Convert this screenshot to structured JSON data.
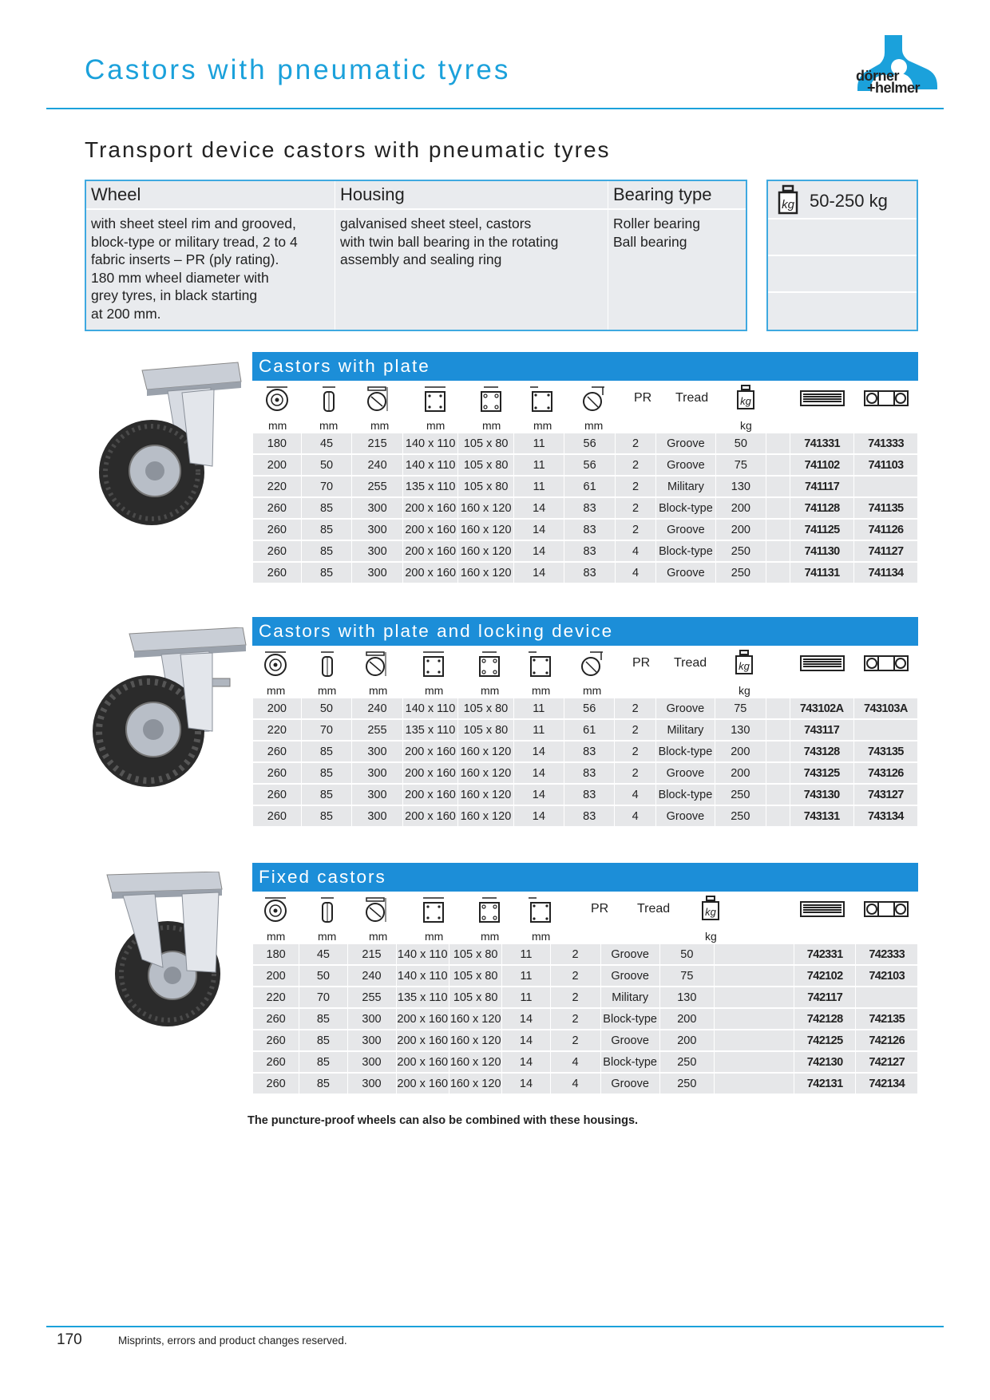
{
  "header": {
    "title": "Castors with pneumatic tyres",
    "logo_line1": "dörner",
    "logo_line2": "+helmer"
  },
  "subtitle": "Transport device castors with pneumatic tyres",
  "spec": {
    "wheel_head": "Wheel",
    "wheel_text": [
      "with sheet steel rim and grooved,",
      "block-type or military tread, 2 to 4",
      "fabric inserts – PR (ply rating).",
      "180 mm wheel diameter with",
      "grey tyres, in black starting",
      "at 200 mm."
    ],
    "housing_head": "Housing",
    "housing_text": [
      "galvanised sheet steel, castors",
      "with twin ball bearing in the rotating",
      "assembly and sealing ring"
    ],
    "bearing_head": "Bearing type",
    "bearing_text": [
      "Roller bearing",
      "Ball bearing"
    ]
  },
  "weight": {
    "label": "50-250 kg",
    "icon": "kg-weight-icon"
  },
  "column_labels": {
    "pr": "PR",
    "tread": "Tread",
    "mm": "mm",
    "kg": "kg"
  },
  "sections": [
    {
      "title": "Castors with plate",
      "rows": [
        [
          "180",
          "45",
          "215",
          "140 x 110",
          "105 x 80",
          "11",
          "56",
          "2",
          "Groove",
          "50",
          "",
          "741331",
          "741333"
        ],
        [
          "200",
          "50",
          "240",
          "140 x 110",
          "105 x 80",
          "11",
          "56",
          "2",
          "Groove",
          "75",
          "",
          "741102",
          "741103"
        ],
        [
          "220",
          "70",
          "255",
          "135 x 110",
          "105 x 80",
          "11",
          "61",
          "2",
          "Military",
          "130",
          "",
          "741117",
          ""
        ],
        [
          "260",
          "85",
          "300",
          "200 x 160",
          "160 x 120",
          "14",
          "83",
          "2",
          "Block-type",
          "200",
          "",
          "741128",
          "741135"
        ],
        [
          "260",
          "85",
          "300",
          "200 x 160",
          "160 x 120",
          "14",
          "83",
          "2",
          "Groove",
          "200",
          "",
          "741125",
          "741126"
        ],
        [
          "260",
          "85",
          "300",
          "200 x 160",
          "160 x 120",
          "14",
          "83",
          "4",
          "Block-type",
          "250",
          "",
          "741130",
          "741127"
        ],
        [
          "260",
          "85",
          "300",
          "200 x 160",
          "160 x 120",
          "14",
          "83",
          "4",
          "Groove",
          "250",
          "",
          "741131",
          "741134"
        ]
      ]
    },
    {
      "title": "Castors with plate and locking device",
      "rows": [
        [
          "200",
          "50",
          "240",
          "140 x 110",
          "105 x 80",
          "11",
          "56",
          "2",
          "Groove",
          "75",
          "",
          "743102A",
          "743103A"
        ],
        [
          "220",
          "70",
          "255",
          "135 x 110",
          "105 x 80",
          "11",
          "61",
          "2",
          "Military",
          "130",
          "",
          "743117",
          ""
        ],
        [
          "260",
          "85",
          "300",
          "200 x 160",
          "160 x 120",
          "14",
          "83",
          "2",
          "Block-type",
          "200",
          "",
          "743128",
          "743135"
        ],
        [
          "260",
          "85",
          "300",
          "200 x 160",
          "160 x 120",
          "14",
          "83",
          "2",
          "Groove",
          "200",
          "",
          "743125",
          "743126"
        ],
        [
          "260",
          "85",
          "300",
          "200 x 160",
          "160 x 120",
          "14",
          "83",
          "4",
          "Block-type",
          "250",
          "",
          "743130",
          "743127"
        ],
        [
          "260",
          "85",
          "300",
          "200 x 160",
          "160 x 120",
          "14",
          "83",
          "4",
          "Groove",
          "250",
          "",
          "743131",
          "743134"
        ]
      ]
    },
    {
      "title": "Fixed castors",
      "rows": [
        [
          "180",
          "45",
          "215",
          "140 x 110",
          "105 x 80",
          "11",
          "2",
          "Groove",
          "50",
          "",
          "742331",
          "742333"
        ],
        [
          "200",
          "50",
          "240",
          "140 x 110",
          "105 x 80",
          "11",
          "2",
          "Groove",
          "75",
          "",
          "742102",
          "742103"
        ],
        [
          "220",
          "70",
          "255",
          "135 x 110",
          "105 x 80",
          "11",
          "2",
          "Military",
          "130",
          "",
          "742117",
          ""
        ],
        [
          "260",
          "85",
          "300",
          "200 x 160",
          "160 x 120",
          "14",
          "2",
          "Block-type",
          "200",
          "",
          "742128",
          "742135"
        ],
        [
          "260",
          "85",
          "300",
          "200 x 160",
          "160 x 120",
          "14",
          "2",
          "Groove",
          "200",
          "",
          "742125",
          "742126"
        ],
        [
          "260",
          "85",
          "300",
          "200 x 160",
          "160 x 120",
          "14",
          "4",
          "Block-type",
          "250",
          "",
          "742130",
          "742127"
        ],
        [
          "260",
          "85",
          "300",
          "200 x 160",
          "160 x 120",
          "14",
          "4",
          "Groove",
          "250",
          "",
          "742131",
          "742134"
        ]
      ]
    }
  ],
  "note": "The puncture-proof wheels can also be combined with these housings.",
  "footer": {
    "page": "170",
    "text": "Misprints, errors and product changes reserved."
  }
}
